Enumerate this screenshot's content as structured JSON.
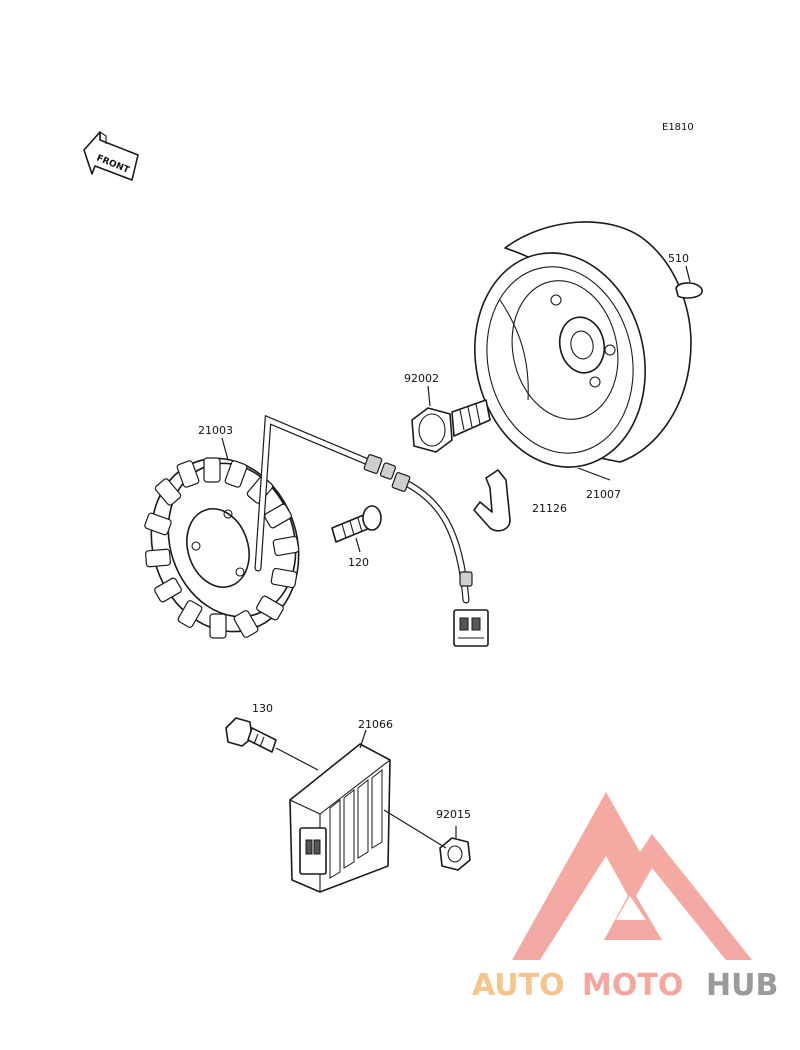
{
  "diagram_code": "E1810",
  "front_label": "FRONT",
  "parts": {
    "p510": "510",
    "p92002": "92002",
    "p21003": "21003",
    "p21007": "21007",
    "p21126": "21126",
    "p120": "120",
    "p130": "130",
    "p21066": "21066",
    "p92015": "92015"
  },
  "watermark": {
    "word1": "AUTO",
    "word2": "MOTO",
    "word3": "HUB",
    "color1": "#f6c48e",
    "color2": "#f4a7a0",
    "color3": "#9a9a9a",
    "logo_color": "#f29b93"
  }
}
